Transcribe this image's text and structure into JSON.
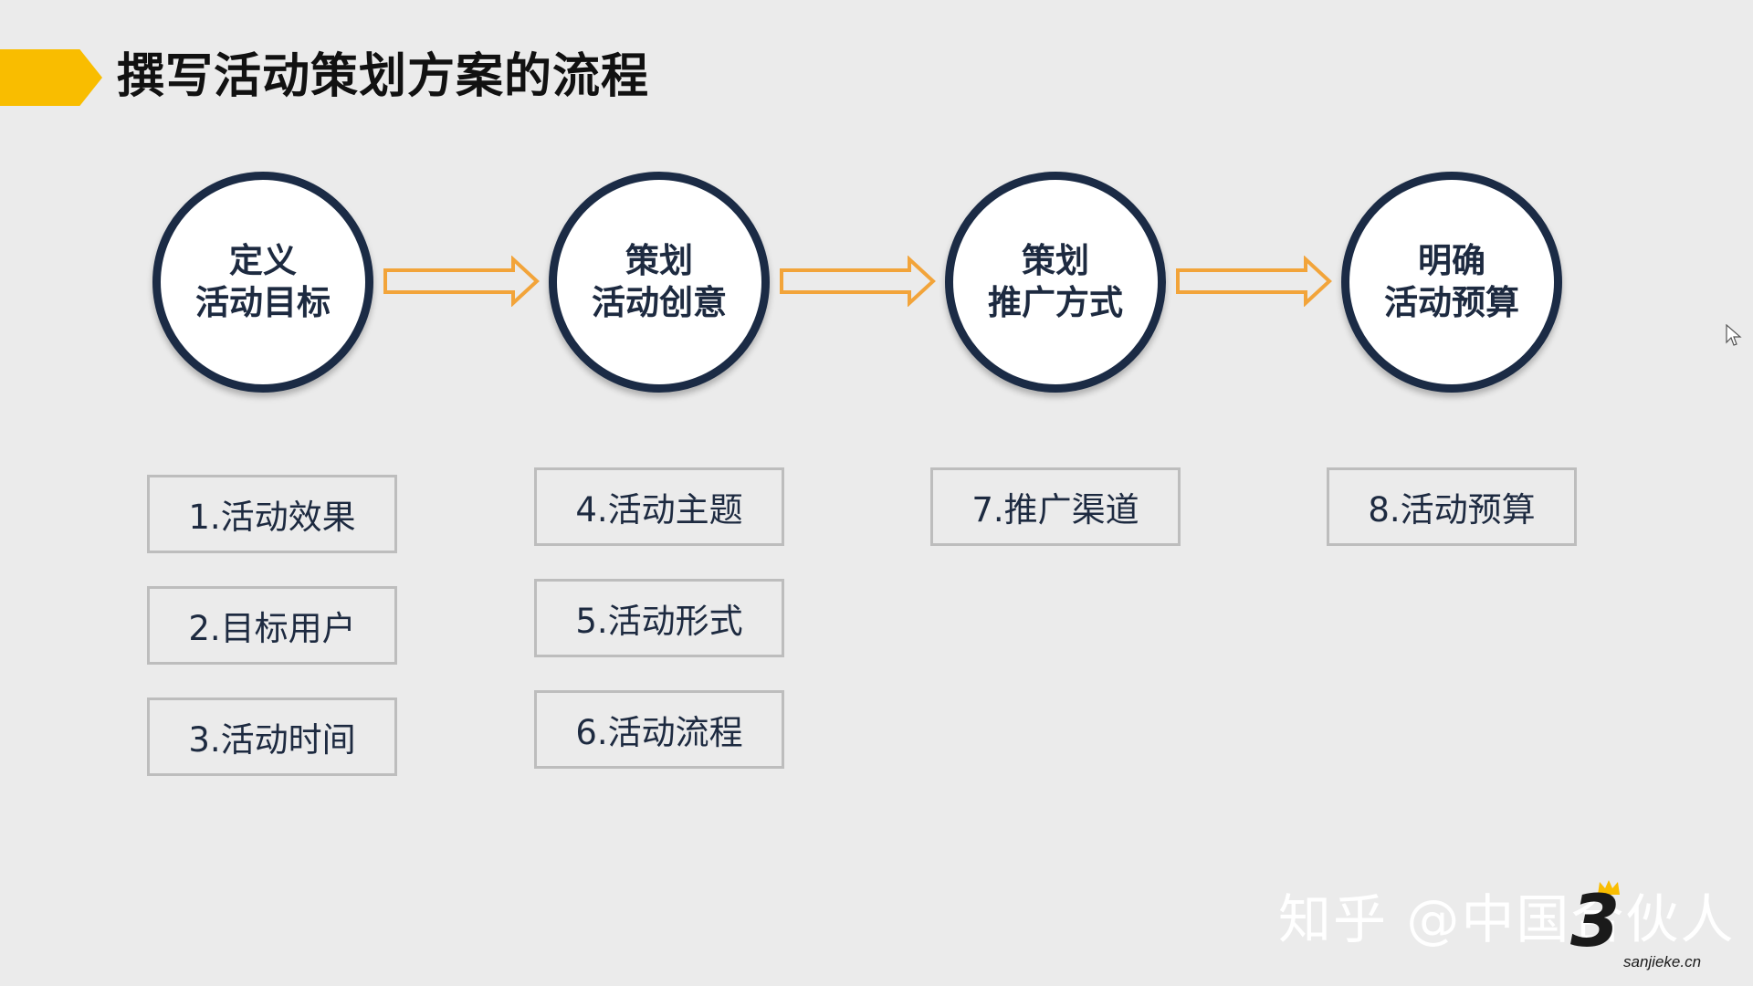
{
  "title": "撰写活动策划方案的流程",
  "steps": [
    {
      "line1": "定义",
      "line2": "活动目标"
    },
    {
      "line1": "策划",
      "line2": "活动创意"
    },
    {
      "line1": "策划",
      "line2": "推广方式"
    },
    {
      "line1": "明确",
      "line2": "活动预算"
    }
  ],
  "items": {
    "col1": [
      "1.活动效果",
      "2.目标用户",
      "3.活动时间"
    ],
    "col2": [
      "4.活动主题",
      "5.活动形式",
      "6.活动流程"
    ],
    "col3": [
      "7.推广渠道"
    ],
    "col4": [
      "8.活动预算"
    ]
  },
  "watermark": "知乎 @中国合伙人",
  "logo": {
    "mark": "3",
    "site": "sanjieke.cn"
  },
  "colors": {
    "accent": "#f9bd00",
    "circle_border": "#1b2b45",
    "arrow": "#f2a43a",
    "box_border": "#bdbdbd"
  }
}
